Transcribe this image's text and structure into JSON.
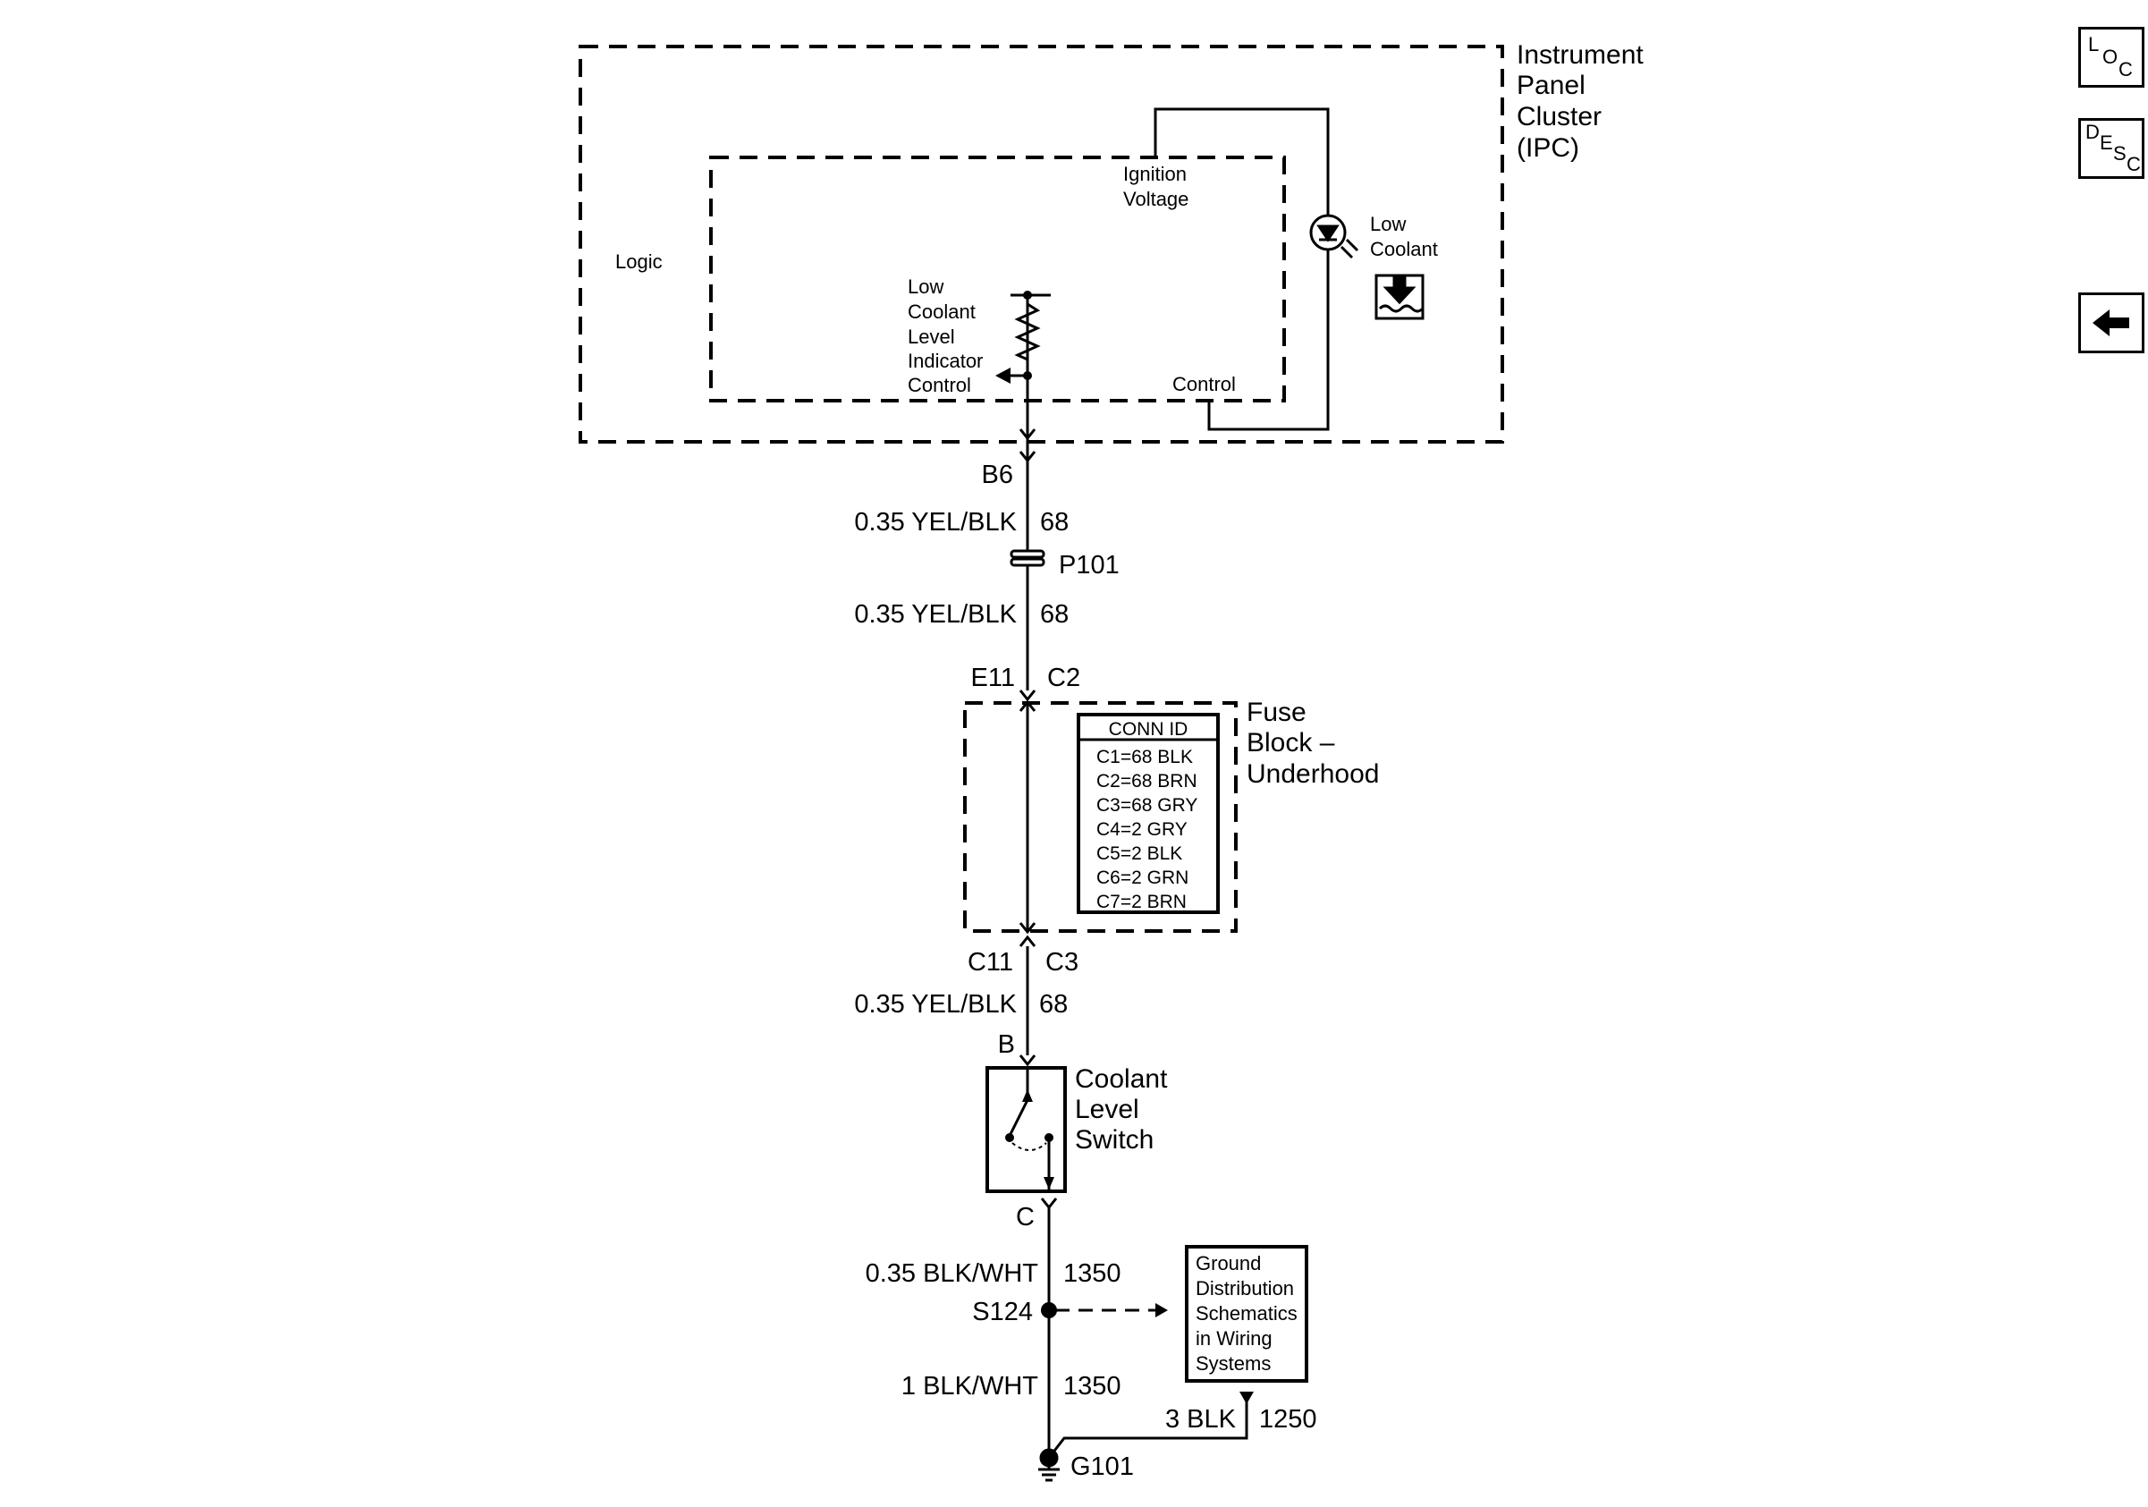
{
  "ipc": {
    "label_1": "Instrument",
    "label_2": "Panel",
    "label_3": "Cluster",
    "label_4": "(IPC)"
  },
  "logic_label": "Logic",
  "ignition": {
    "line1": "Ignition",
    "line2": "Voltage"
  },
  "lamp": {
    "line1": "Low",
    "line2": "Coolant"
  },
  "indicator": {
    "line1": "Low",
    "line2": "Coolant",
    "line3": "Level",
    "line4": "Indicator",
    "line5": "Control"
  },
  "control_label": "Control",
  "connector_b6": "B6",
  "wire1": {
    "gauge_color": "0.35 YEL/BLK",
    "circuit": "68"
  },
  "p101": "P101",
  "wire2": {
    "gauge_color": "0.35 YEL/BLK",
    "circuit": "68"
  },
  "conn_top": {
    "pin": "E11",
    "conn": "C2"
  },
  "fuse_block": {
    "line1": "Fuse",
    "line2": "Block –",
    "line3": "Underhood"
  },
  "conn_id": {
    "title": "CONN ID",
    "rows": [
      "C1=68 BLK",
      "C2=68 BRN",
      "C3=68 GRY",
      "C4=2 GRY",
      "C5=2 BLK",
      "C6=2 GRN",
      "C7=2 BRN"
    ]
  },
  "conn_bottom": {
    "pin": "C11",
    "conn": "C3"
  },
  "wire3": {
    "gauge_color": "0.35 YEL/BLK",
    "circuit": "68"
  },
  "switch_pin_b": "B",
  "switch": {
    "line1": "Coolant",
    "line2": "Level",
    "line3": "Switch"
  },
  "switch_pin_c": "C",
  "wire4": {
    "gauge_color": "0.35 BLK/WHT",
    "circuit": "1350"
  },
  "splice": "S124",
  "ground_ref": {
    "line1": "Ground",
    "line2": "Distribution",
    "line3": "Schematics",
    "line4": "in Wiring",
    "line5": "Systems"
  },
  "wire5": {
    "gauge_color": "1 BLK/WHT",
    "circuit": "1350"
  },
  "wire6": {
    "gauge_color": "3 BLK",
    "circuit": "1250"
  },
  "ground": "G101",
  "nav": {
    "loc": {
      "l1": "L",
      "l2": "O",
      "l3": "C"
    },
    "desc": {
      "l1": "D",
      "l2": "E",
      "l3": "S",
      "l4": "C"
    },
    "back_icon": "left-arrow-icon"
  }
}
